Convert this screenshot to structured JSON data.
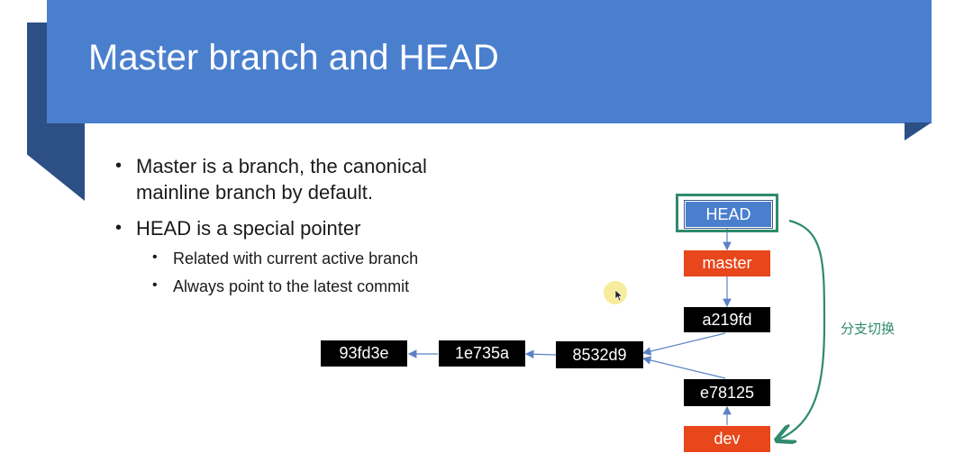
{
  "slide": {
    "title": "Master branch and HEAD",
    "bullets": [
      {
        "text": "Master is a branch, the canonical mainline branch by default."
      },
      {
        "text": "HEAD is a special pointer",
        "sub": [
          "Related with current active branch",
          "Always point to the latest commit"
        ]
      }
    ]
  },
  "diagram": {
    "head": "HEAD",
    "branches": {
      "master": "master",
      "dev": "dev"
    },
    "commits": [
      "93fd3e",
      "1e735a",
      "8532d9",
      "a219fd",
      "e78125"
    ],
    "switch_note": "分支切换"
  },
  "colors": {
    "banner": "#4a7fce",
    "banner_fold": "#2c4f86",
    "branch": "#e8461b",
    "commit": "#000000",
    "switch": "#2e8b6b",
    "arrow": "#5b82c4"
  }
}
